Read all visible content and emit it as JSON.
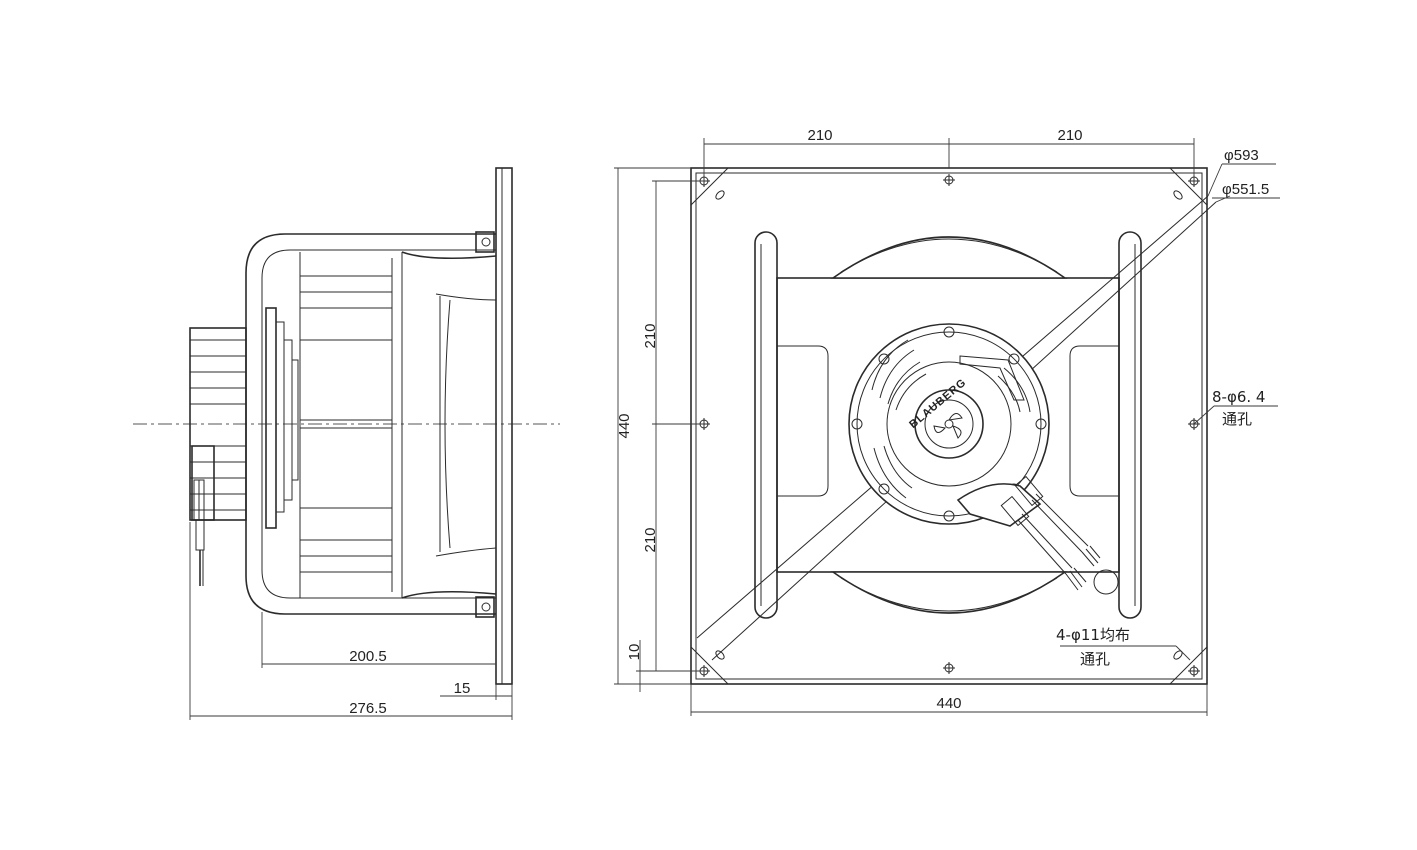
{
  "dimensions": {
    "side_depth": "200.5",
    "side_flange": "15",
    "side_total": "276.5",
    "top_left": "210",
    "top_right": "210",
    "diam_outer": "φ593",
    "diam_inner": "φ551.5",
    "left_upper": "210",
    "left_total": "440",
    "left_lower": "210",
    "left_bottom": "10",
    "bottom_width": "440"
  },
  "notes": {
    "holes_small_line1": "8-φ6. 4",
    "holes_small_line2": "通孔",
    "holes_large_line1": "4-φ11均布",
    "holes_large_line2": "通孔"
  },
  "brand": "BLAUBERG"
}
